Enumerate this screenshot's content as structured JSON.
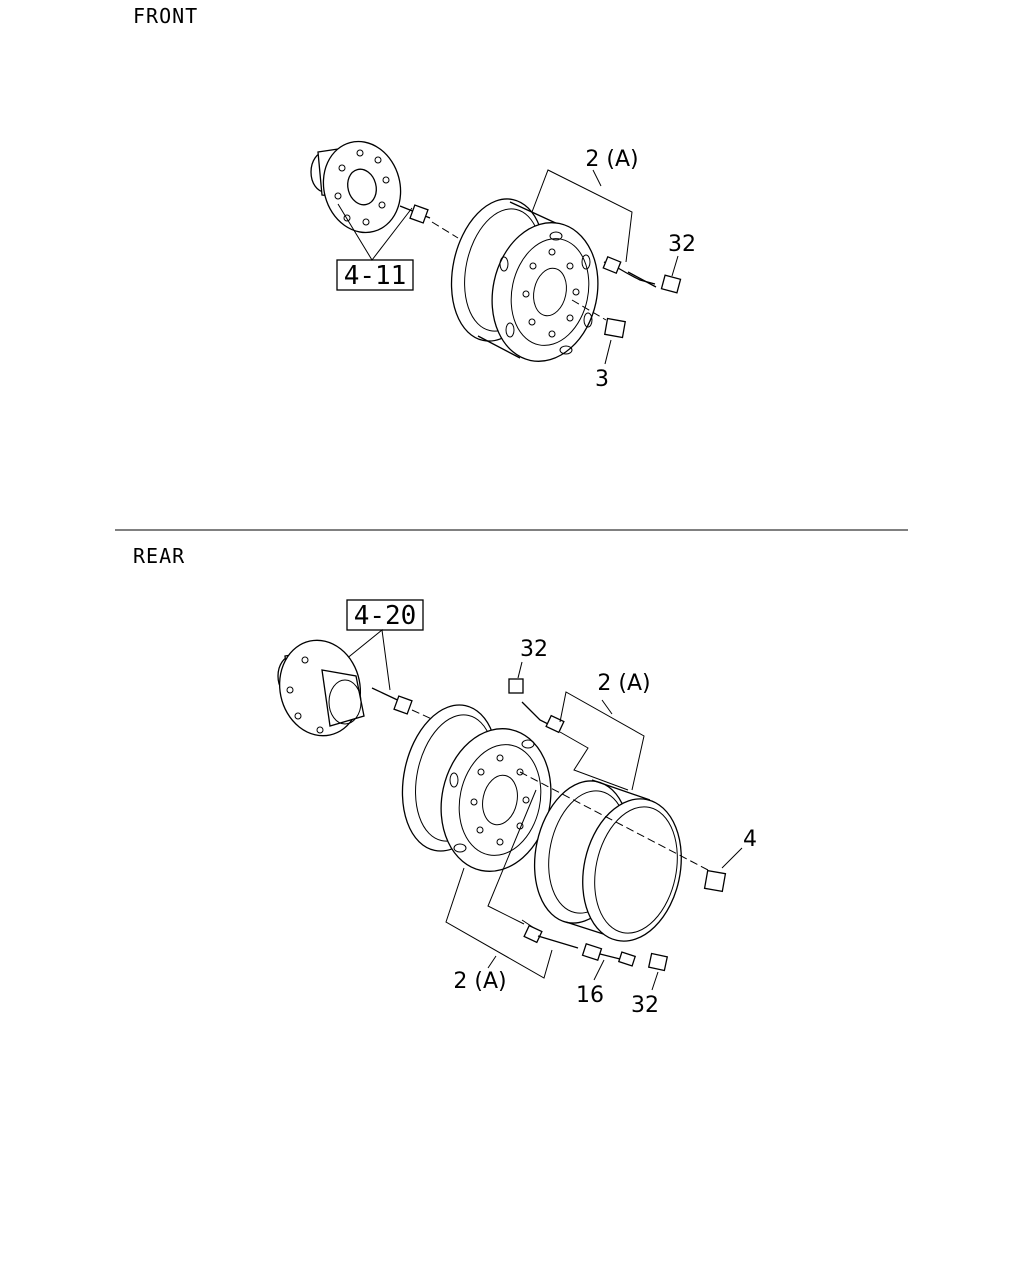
{
  "sections": {
    "front": {
      "title": "FRONT"
    },
    "rear": {
      "title": "REAR"
    }
  },
  "front": {
    "hub_ref": "4-11",
    "wheel_label": "2 (A)",
    "valve_cap_label": "32",
    "nut_label": "3"
  },
  "rear": {
    "hub_ref": "4-20",
    "top_cap_label": "32",
    "top_wheel_label": "2 (A)",
    "nut_label": "4",
    "bottom_wheel_label": "2 (A)",
    "extension_label": "16",
    "bottom_cap_label": "32"
  }
}
